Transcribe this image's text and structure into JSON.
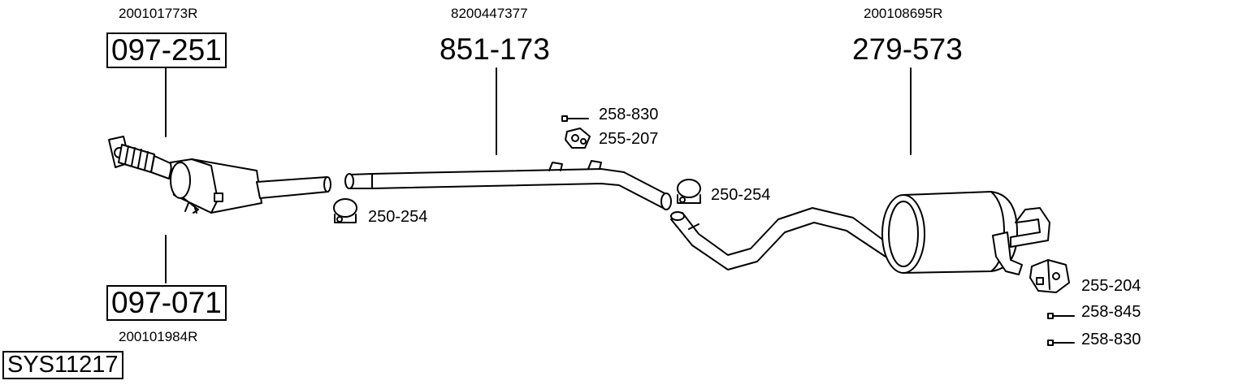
{
  "system": {
    "id": "SYS11217"
  },
  "parts": {
    "front_pipe": {
      "part_no": "097-251",
      "oem": "200101773R"
    },
    "catalyst": {
      "part_no": "097-071",
      "oem": "200101984R"
    },
    "middle_silencer": {
      "part_no": "851-173",
      "oem": "8200447377"
    },
    "rear_silencer": {
      "part_no": "279-573",
      "oem": "200108695R"
    }
  },
  "accessories": {
    "bolt_top": "258-830",
    "rubber_mount_top": "255-207",
    "clamp_left": "250-254",
    "clamp_right": "250-254",
    "rubber_mount_rear": "255-204",
    "bolt_rear_1": "258-845",
    "bolt_rear_2": "258-830"
  },
  "colors": {
    "line": "#000000",
    "background": "#ffffff"
  }
}
